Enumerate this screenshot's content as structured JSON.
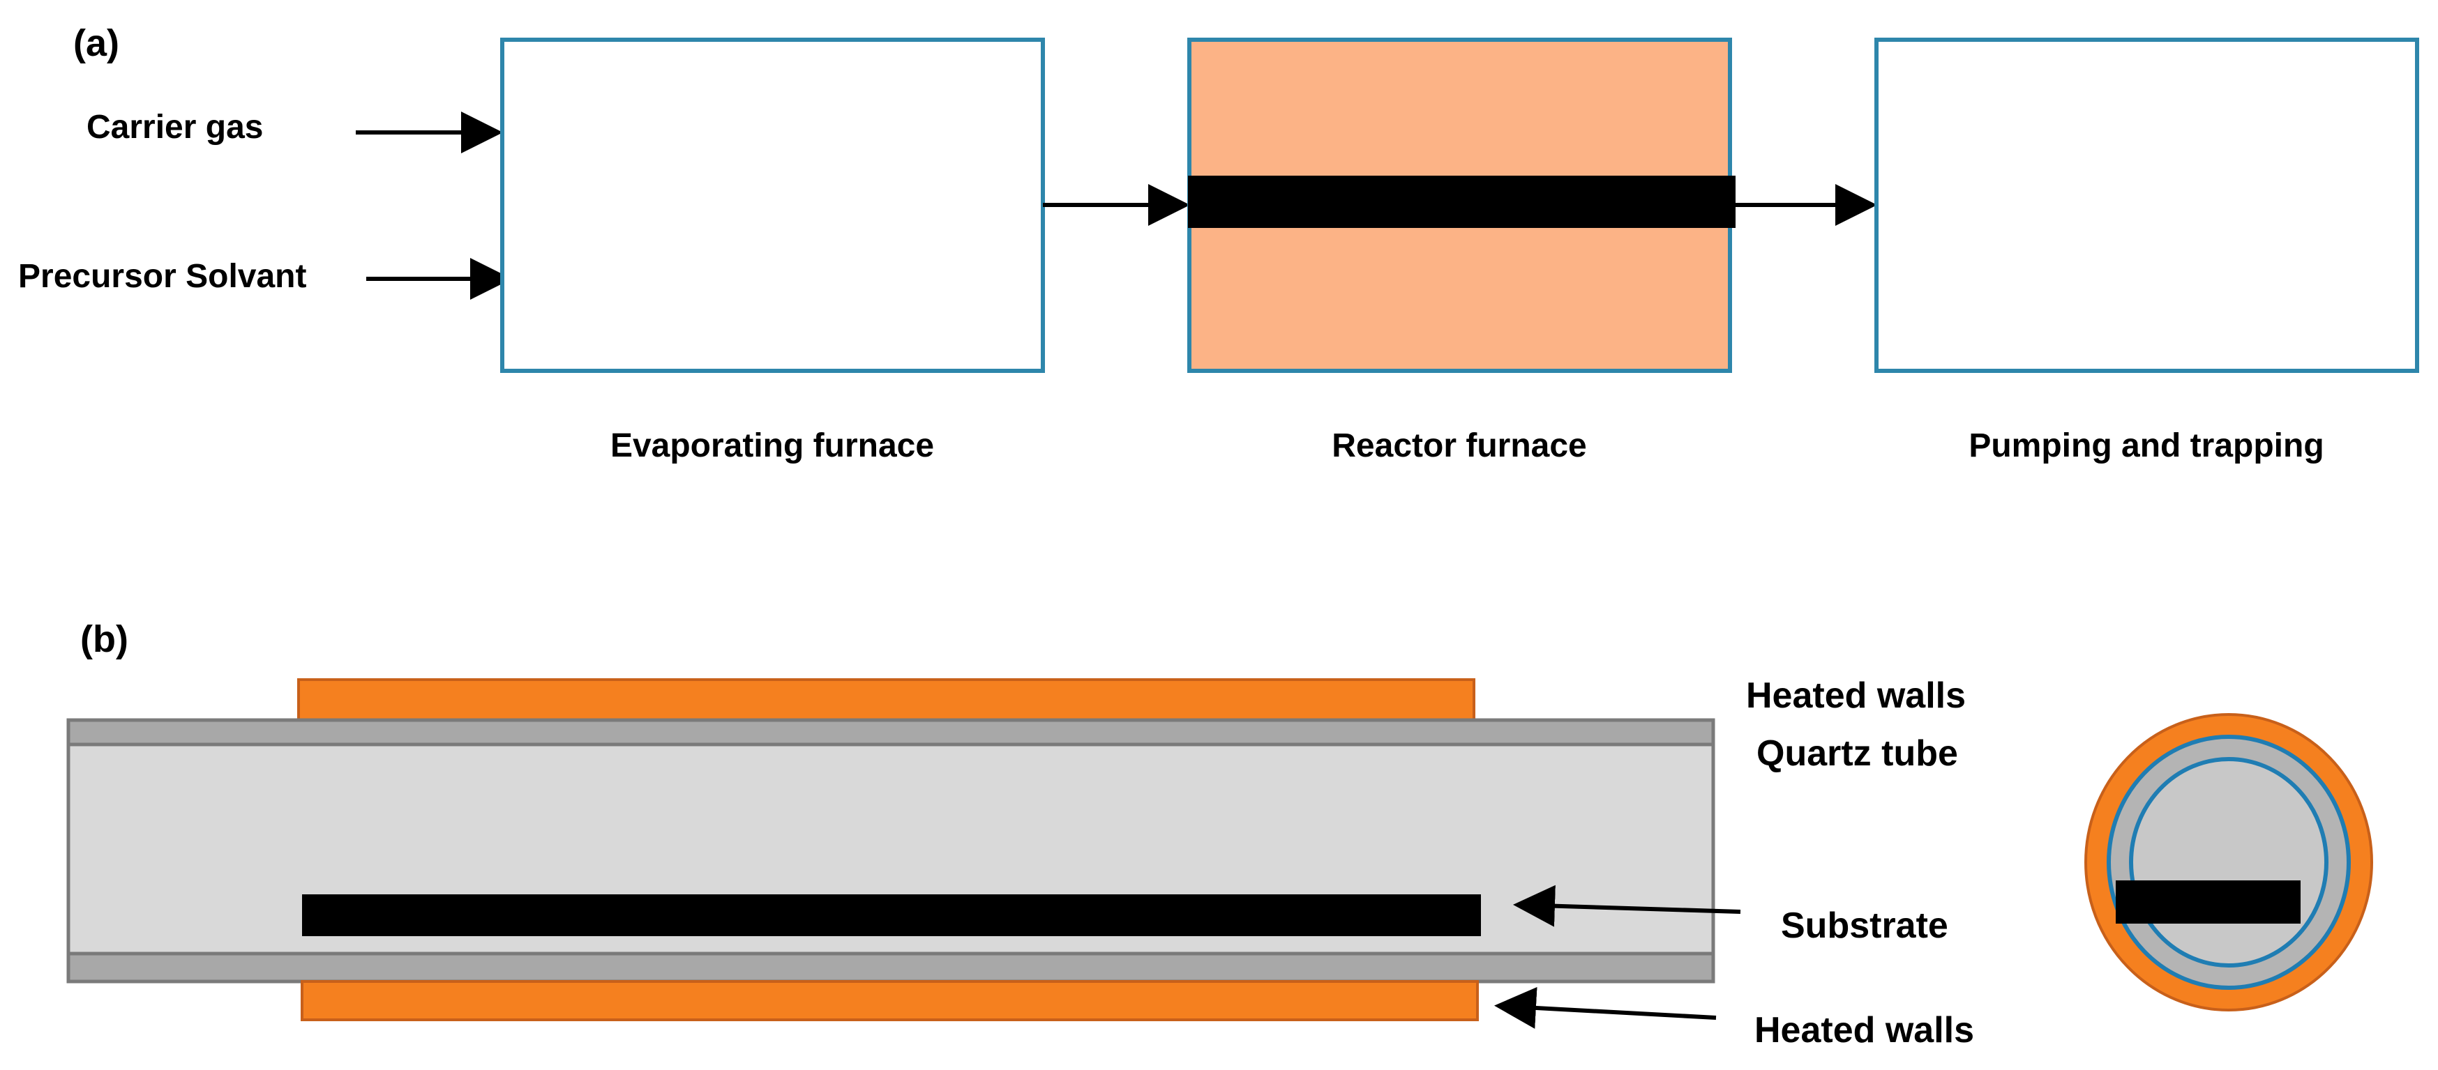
{
  "panel_a": {
    "label": "(a)",
    "inputs": {
      "carrier_gas": "Carrier gas",
      "precursor": "Precursor Solvant"
    },
    "boxes": {
      "evaporating": "Evaporating furnace",
      "reactor": "Reactor furnace",
      "pumping": "Pumping and trapping"
    }
  },
  "panel_b": {
    "label": "(b)",
    "labels": {
      "heated_walls_top": "Heated walls",
      "quartz_tube": "Quartz tube",
      "substrate": "Substrate",
      "heated_walls_bottom": "Heated walls"
    }
  },
  "colors": {
    "box_border": "#2E86AB",
    "reactor_fill": "#FCB386",
    "heater_fill": "#F5801F",
    "heater_border": "#C8601A",
    "tube_wall": "#A8A8A8",
    "tube_inner": "#D9D9D9",
    "substrate": "#000000",
    "ring_blue": "#1F7DB3"
  }
}
